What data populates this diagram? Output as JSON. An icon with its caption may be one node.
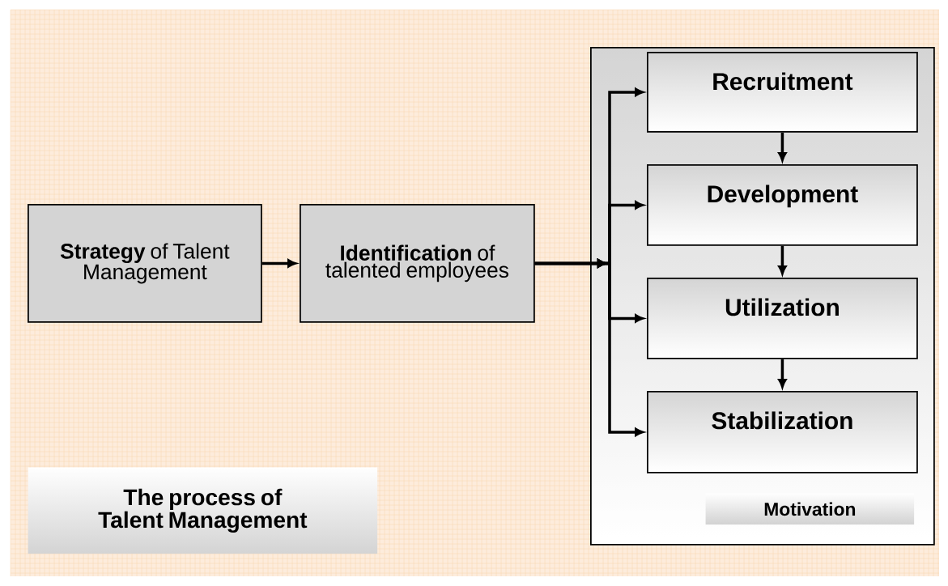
{
  "diagram": {
    "title": "The process of Talent Management",
    "nodes": [
      {
        "text": [
          "**Strategy** of Talent Management"
        ]
      },
      {
        "text": [
          "**Identification** of talented employees"
        ]
      },
      {
        "text": [
          "Motivation"
        ]
      },
      {
        "text": [
          "Recruitment"
        ],
        "in": 2
      },
      {
        "text": [
          "Development"
        ],
        "in": 2
      },
      {
        "text": [
          "Utilization"
        ],
        "in": 2
      },
      {
        "text": [
          "Stabilization"
        ],
        "in": 2
      }
    ],
    "edges": [
      {
        "from": 0,
        "to": 1,
        "arrow": "to"
      },
      {
        "from": 1,
        "to": 3,
        "arrow": "to"
      },
      {
        "from": 1,
        "to": 4,
        "arrow": "to"
      },
      {
        "from": 1,
        "to": 5,
        "arrow": "to"
      },
      {
        "from": 1,
        "to": 6,
        "arrow": "to"
      },
      {
        "from": 3,
        "to": 4,
        "arrow": "to"
      },
      {
        "from": 4,
        "to": 5,
        "arrow": "to"
      },
      {
        "from": 5,
        "to": 6,
        "arrow": "to"
      }
    ]
  }
}
